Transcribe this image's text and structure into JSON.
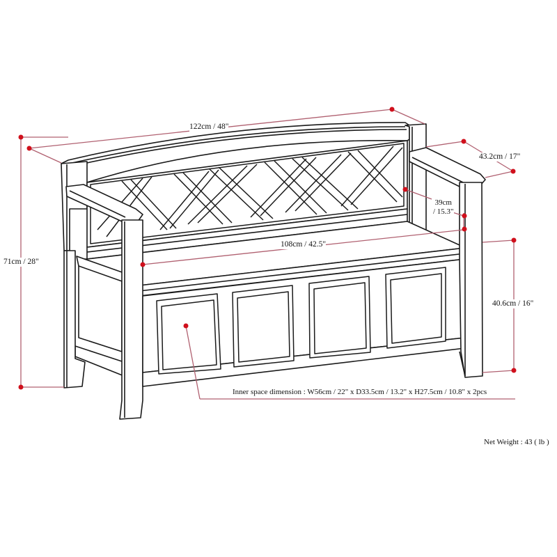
{
  "diagram": {
    "subject": "Storage bench dimension drawing",
    "colors": {
      "line": "#1a1a1a",
      "dimension_line": "#b06070",
      "dimension_dot": "#d0101c",
      "background": "#ffffff"
    },
    "dimensions": {
      "overall_width": "122cm / 48\"",
      "overall_depth": "43.2cm / 17\"",
      "overall_height": "71cm / 28\"",
      "back_height_above_seat": [
        "39cm",
        "/ 15.3\""
      ],
      "seat_width": "108cm / 42.5\"",
      "seat_height": "40.6cm / 16\""
    },
    "notes": {
      "inner_space": "Inner space dimension : W56cm / 22\" x D33.5cm / 13.2\" x H27.5cm / 10.8\" x 2pcs",
      "net_weight": "Net Weight : 43 ( lb )"
    }
  }
}
